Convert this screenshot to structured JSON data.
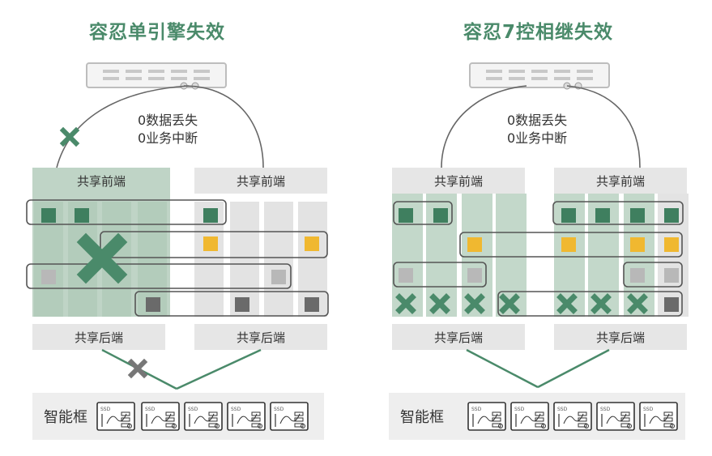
{
  "left": {
    "title": "容忍单引擎失效",
    "message_line1": "0数据丢失",
    "message_line2": "0业务中断",
    "frontend_a": "共享前端",
    "frontend_b": "共享前端",
    "backend_a": "共享后端",
    "backend_b": "共享后端",
    "enclosure_label": "智能框",
    "ssd_label": "SSD"
  },
  "right": {
    "title": "容忍7控相继失效",
    "message_line1": "0数据丢失",
    "message_line2": "0业务中断",
    "frontend_a": "共享前端",
    "frontend_b": "共享前端",
    "backend_a": "共享后端",
    "backend_b": "共享后端",
    "enclosure_label": "智能框",
    "ssd_label": "SSD"
  },
  "colors": {
    "accent_green": "#4a8a6a",
    "cache_green": "#3f7f5f",
    "cache_yellow": "#f0b830",
    "cache_gray_light": "#b8b8b8",
    "cache_gray_dark": "#6a6a6a",
    "panel_gray": "#e6e6e6",
    "highlight_green": "#bfd4c6"
  }
}
